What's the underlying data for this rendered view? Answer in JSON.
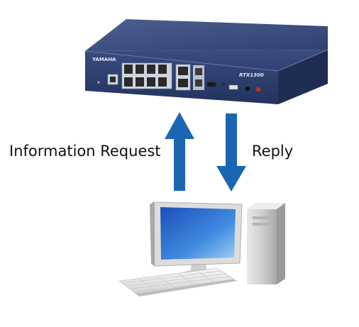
{
  "labels": {
    "request": "Information Request",
    "reply": "Reply"
  },
  "router": {
    "brand": "YAMAHA",
    "model": "RTX1300"
  },
  "colors": {
    "arrow": "#1a66b3",
    "router_body": "#2c3f73",
    "monitor_screen": "#2e74d6"
  },
  "icons": [
    "router-device-icon",
    "desktop-computer-icon",
    "up-arrow-icon",
    "down-arrow-icon"
  ]
}
